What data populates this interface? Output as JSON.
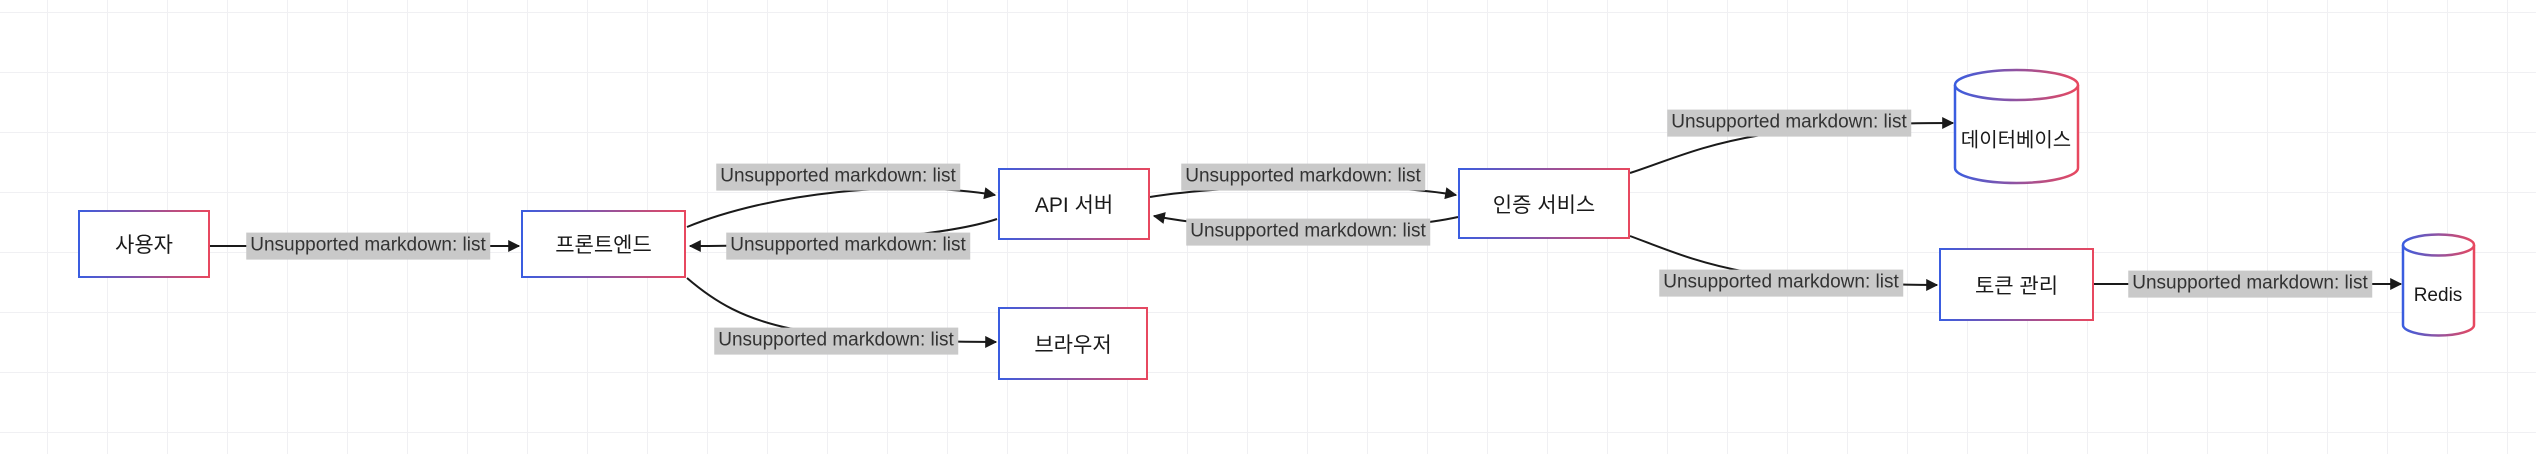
{
  "nodes": {
    "user": {
      "label": "사용자",
      "shape": "rect"
    },
    "frontend": {
      "label": "프론트엔드",
      "shape": "rect"
    },
    "api": {
      "label": "API 서버",
      "shape": "rect"
    },
    "browser": {
      "label": "브라우저",
      "shape": "rect"
    },
    "auth": {
      "label": "인증 서비스",
      "shape": "rect"
    },
    "database": {
      "label": "데이터베이스",
      "shape": "cylinder"
    },
    "token": {
      "label": "토큰 관리",
      "shape": "rect"
    },
    "redis": {
      "label": "Redis",
      "shape": "cylinder"
    }
  },
  "edges": [
    {
      "from": "user",
      "to": "frontend",
      "label": "Unsupported markdown: list"
    },
    {
      "from": "frontend",
      "to": "api",
      "label": "Unsupported markdown: list"
    },
    {
      "from": "api",
      "to": "frontend",
      "label": "Unsupported markdown: list"
    },
    {
      "from": "frontend",
      "to": "browser",
      "label": "Unsupported markdown: list"
    },
    {
      "from": "api",
      "to": "auth",
      "label": "Unsupported markdown: list"
    },
    {
      "from": "auth",
      "to": "api",
      "label": "Unsupported markdown: list"
    },
    {
      "from": "auth",
      "to": "database",
      "label": "Unsupported markdown: list"
    },
    {
      "from": "auth",
      "to": "token",
      "label": "Unsupported markdown: list"
    },
    {
      "from": "token",
      "to": "redis",
      "label": "Unsupported markdown: list"
    }
  ],
  "colors": {
    "node_border_gradient_start": "#3a5de0",
    "node_border_gradient_end": "#e8485f",
    "edge_label_background": "#c9c9c9",
    "edge_label_text": "#333333",
    "edge_line": "#1a1a1a",
    "node_fill": "#ffffff",
    "grid_line": "#f0f0f3",
    "background": "#ffffff"
  }
}
